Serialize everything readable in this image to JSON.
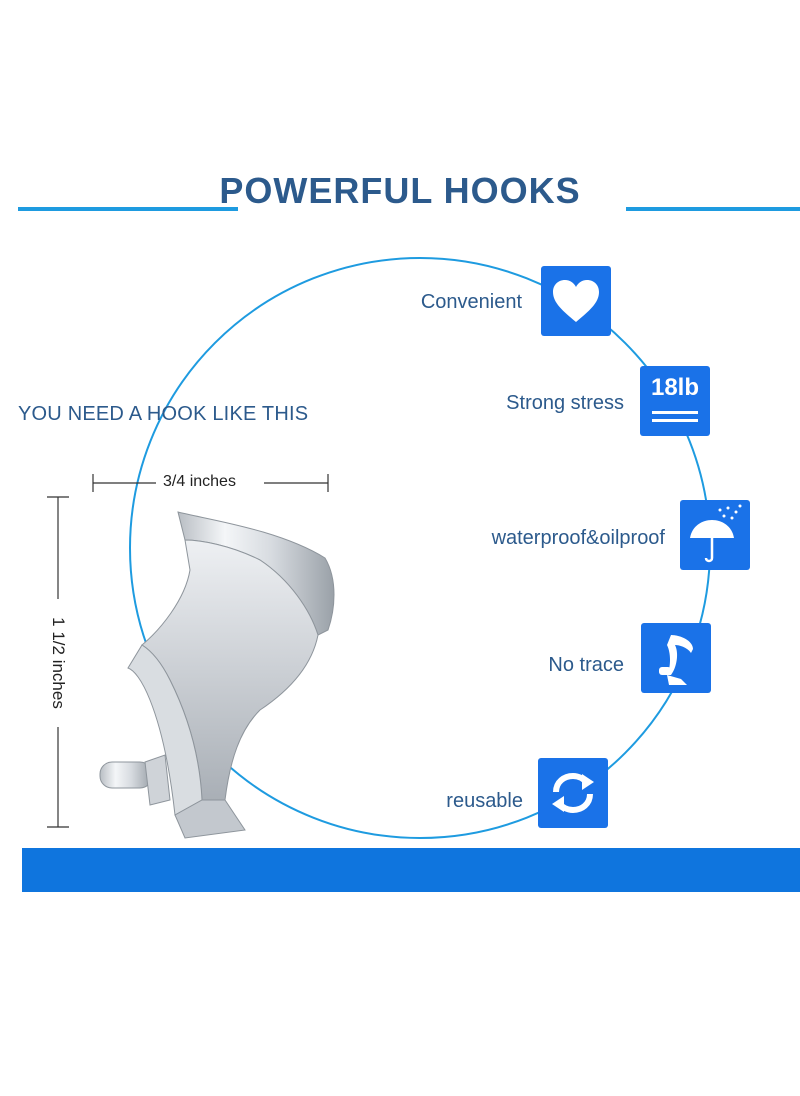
{
  "header": {
    "title": "POWERFUL HOOKS"
  },
  "left": {
    "subtitle": "YOU NEED A HOOK LIKE THIS",
    "width_label": "3/4 inches",
    "height_label": "1 1/2 inches"
  },
  "features": [
    {
      "label": "Convenient",
      "icon": "heart-icon"
    },
    {
      "label": "Strong stress",
      "icon": "weight-icon",
      "icon_text": "18lb"
    },
    {
      "label": "waterproof&oilproof",
      "icon": "umbrella-icon"
    },
    {
      "label": "No trace",
      "icon": "hook-icon"
    },
    {
      "label": "reusable",
      "icon": "refresh-icon"
    }
  ],
  "colors": {
    "accent": "#1e9be0",
    "title": "#2c5a8c",
    "icon_bg": "#1a72e8",
    "bar": "#0f75de"
  }
}
